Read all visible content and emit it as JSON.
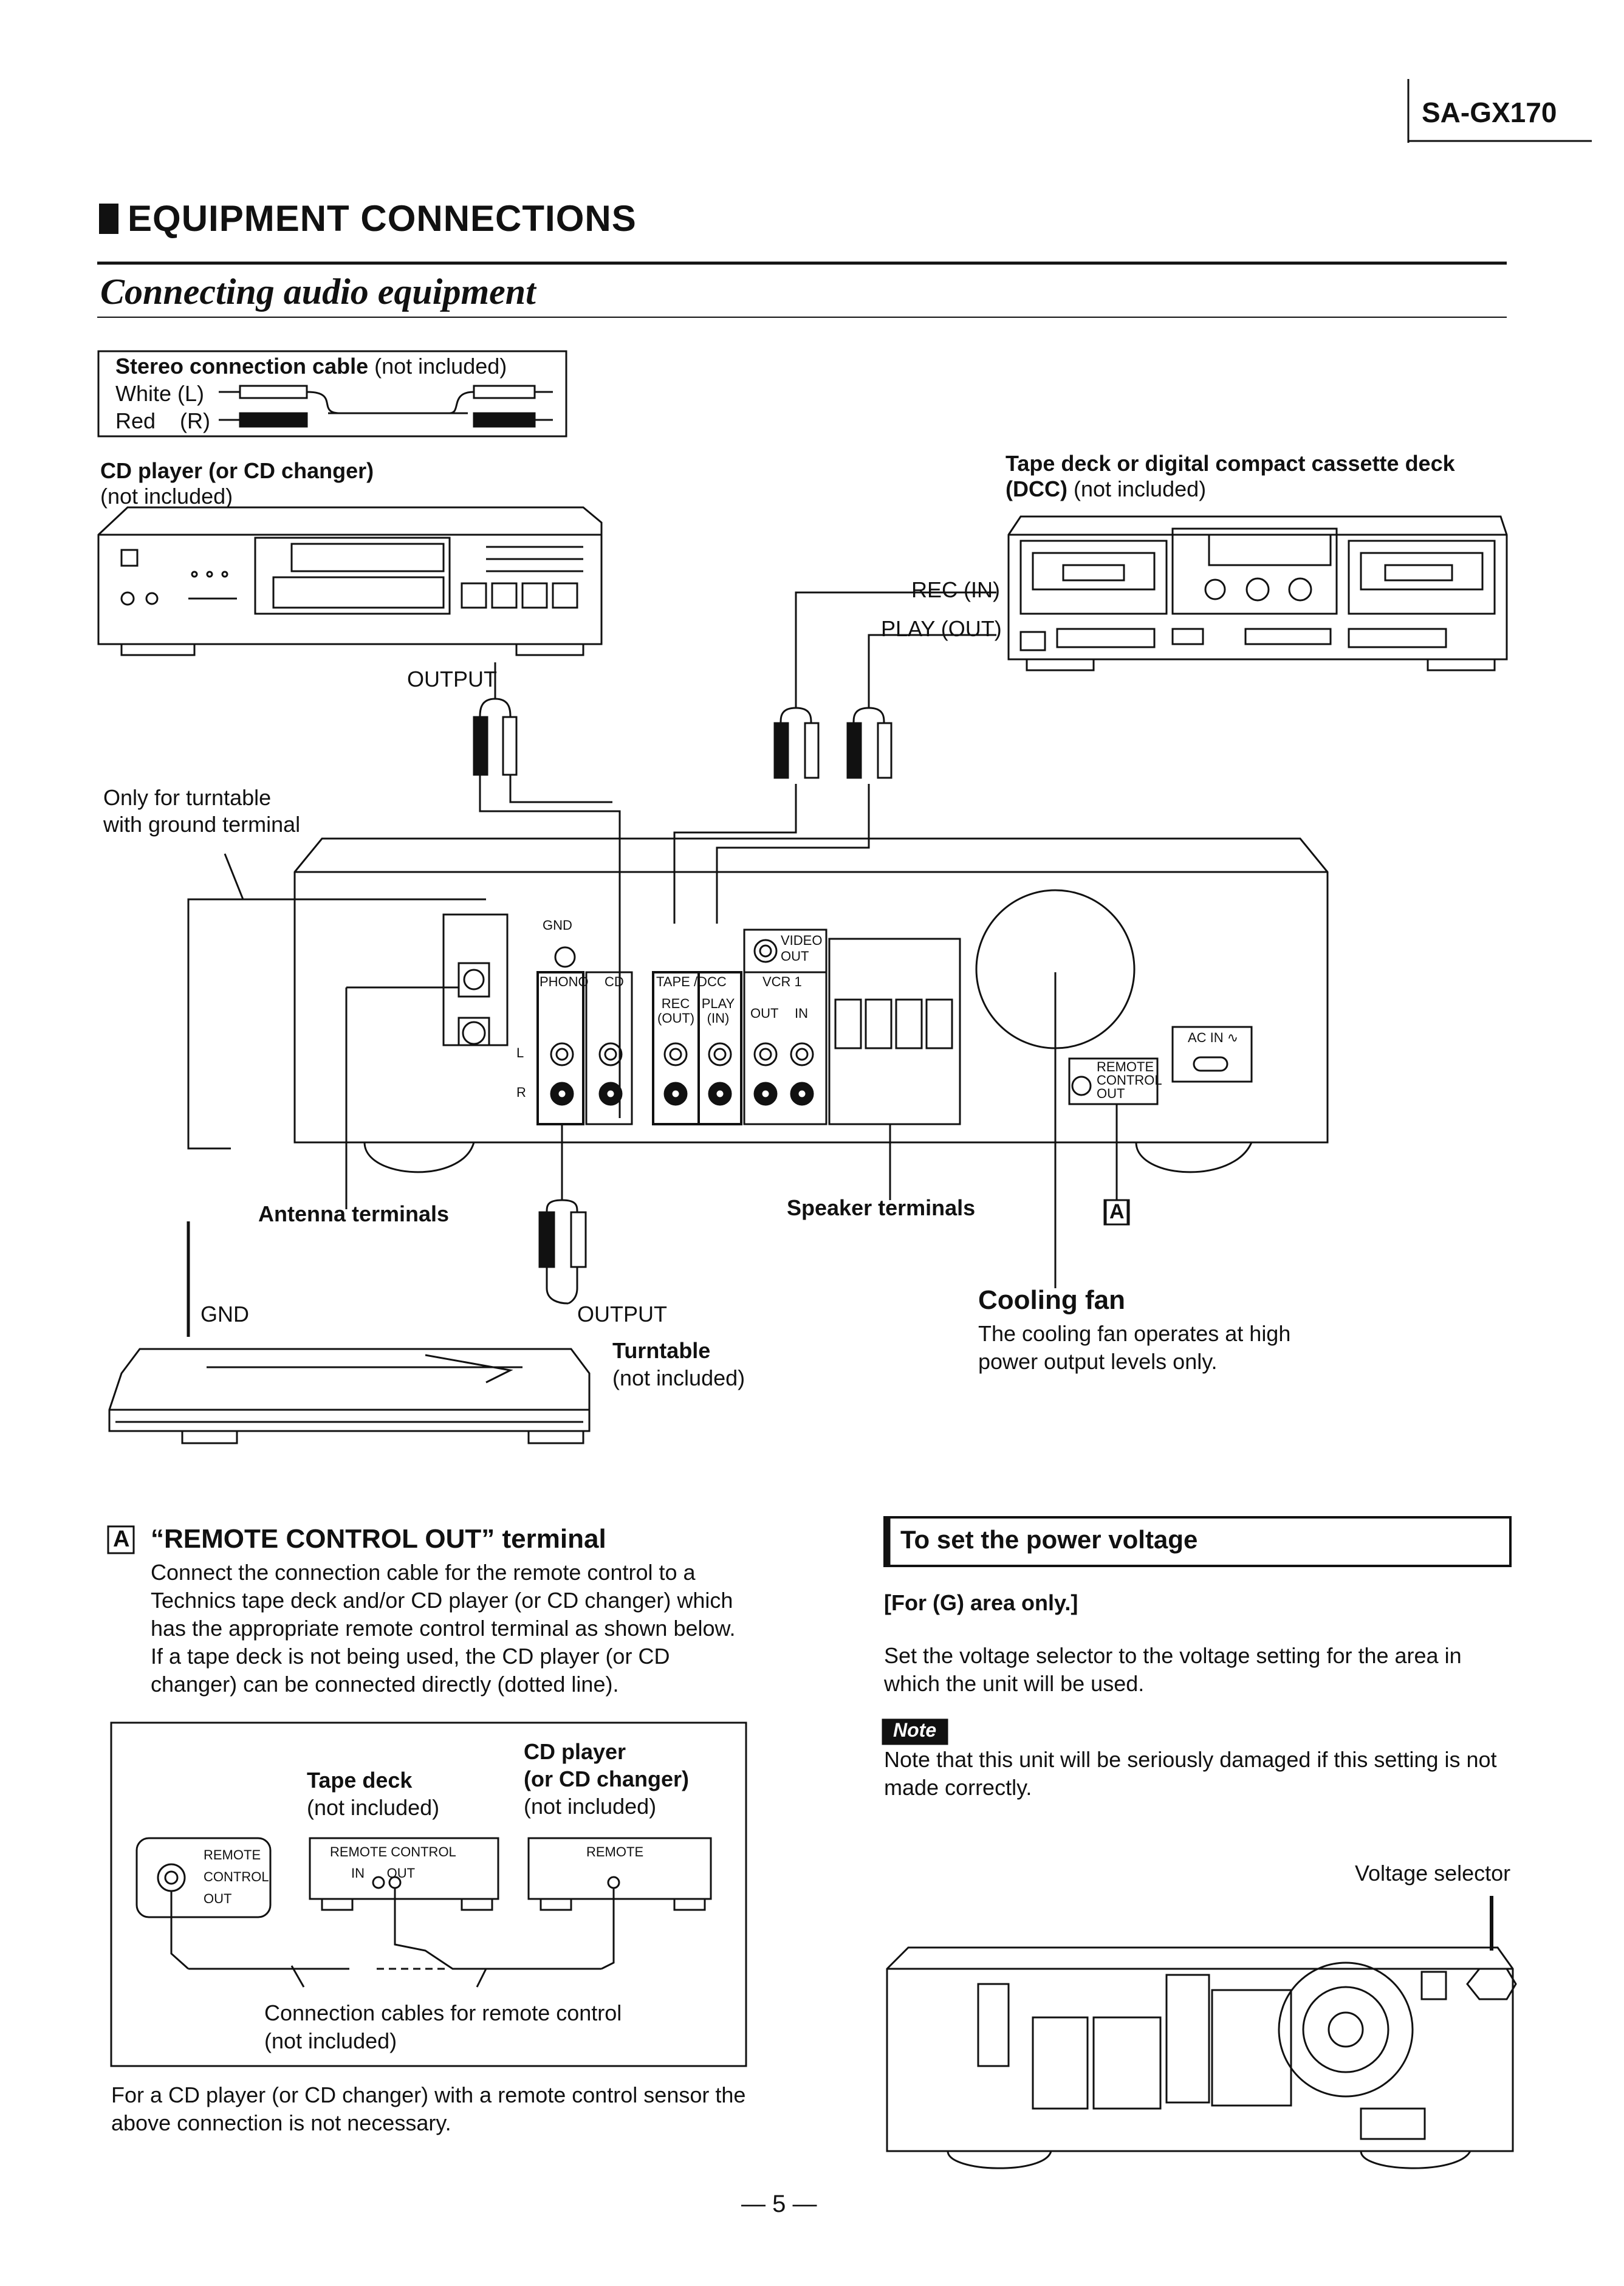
{
  "header": {
    "model": "SA-GX170"
  },
  "section": {
    "title": "EQUIPMENT CONNECTIONS",
    "subtitle": "Connecting audio equipment"
  },
  "cable_box": {
    "title_bold": "Stereo connection cable",
    "title_rest": "(not included)",
    "white": "White (L)",
    "red": "Red    (R)"
  },
  "cd_player": {
    "title": "CD player (or CD changer)",
    "note": "(not included)",
    "output": "OUTPUT"
  },
  "tape_deck": {
    "title": "Tape deck or digital compact cassette deck",
    "dcc_bold": "(DCC)",
    "dcc_rest": "(not included)",
    "rec_in": "REC (IN)",
    "play_out": "PLAY (OUT)"
  },
  "ground_note": {
    "line1": "Only for turntable",
    "line2": "with ground terminal"
  },
  "rear_panel": {
    "gnd": "GND",
    "phono": "PHONO",
    "cd": "CD",
    "tape_dcc": "TAPE /DCC",
    "vcr1": "VCR 1",
    "rec_out": "REC (OUT)",
    "play_in": "PLAY (IN)",
    "out": "OUT",
    "in": "IN",
    "video_out": "VIDEO OUT",
    "remote_out": "REMOTE CONTROL OUT",
    "ac_in": "AC IN ∿",
    "l": "L",
    "r": "R"
  },
  "labels": {
    "antenna": "Antenna terminals",
    "speaker": "Speaker terminals",
    "a_marker": "A",
    "gnd": "GND",
    "output": "OUTPUT",
    "turntable": "Turntable",
    "turntable_note": "(not included)"
  },
  "cooling_fan": {
    "title": "Cooling fan",
    "line1": "The cooling fan operates at high",
    "line2": "power output levels only."
  },
  "remote_section": {
    "marker": "A",
    "title": "“REMOTE CONTROL OUT” terminal",
    "lines": [
      "Connect the connection cable for the remote control to a",
      "Technics tape deck and/or CD player (or CD changer) which",
      "has the appropriate remote control terminal as shown below.",
      "If a tape deck is not being used, the CD player (or CD",
      "changer) can be connected directly (dotted line)."
    ]
  },
  "remote_diagram": {
    "cd_title1": "CD player",
    "cd_title2": "(or CD changer)",
    "cd_note": "(not included)",
    "tape_title": "Tape deck",
    "tape_note": "(not included)",
    "remote_control_out": [
      "REMOTE",
      "CONTROL",
      "OUT"
    ],
    "tape_panel1": "REMOTE CONTROL",
    "tape_panel2": "IN      OUT",
    "cd_panel": "REMOTE",
    "caption1": "Connection cables for remote control",
    "caption2": "(not included)"
  },
  "remote_footer": {
    "line1": "For a CD player (or CD changer) with a remote control sensor the",
    "line2": "above connection is not necessary."
  },
  "voltage": {
    "title": "To set the power voltage",
    "area": "[For (G) area only.]",
    "line1": "Set the voltage selector to the voltage setting for the area in",
    "line2": "which the unit will be used.",
    "note_label": "Note",
    "note1": "Note that this unit will be seriously damaged if this setting is not",
    "note2": "made correctly.",
    "selector_label": "Voltage selector"
  },
  "page_number": "— 5 —"
}
